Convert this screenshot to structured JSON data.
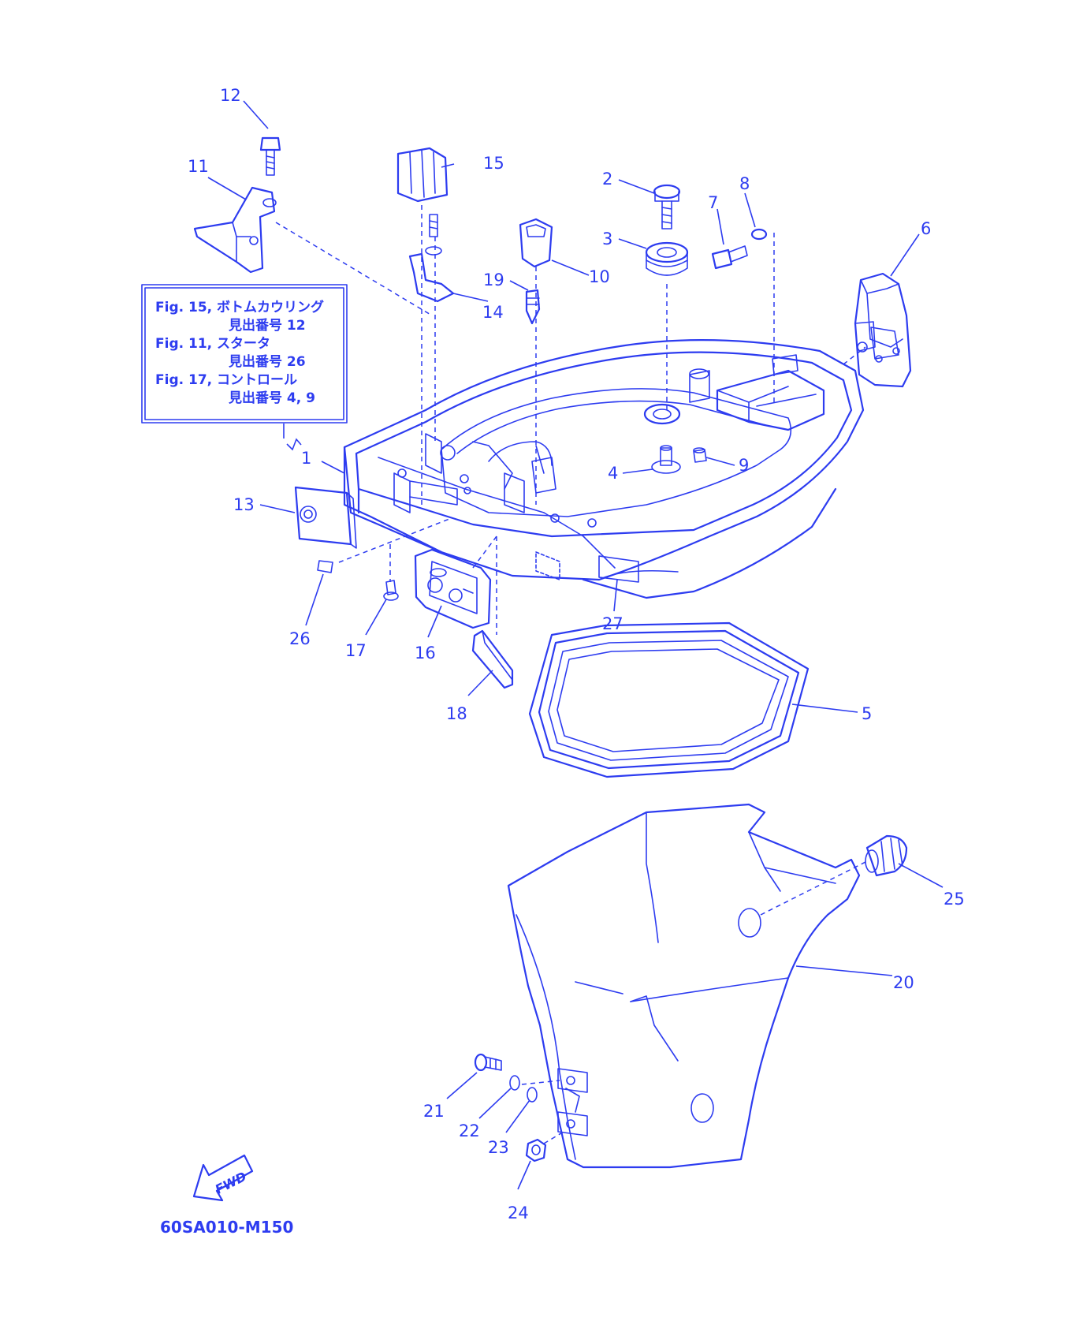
{
  "diagram": {
    "code": "60SA010-M150",
    "fwd_label": "FWD",
    "callouts": [
      {
        "id": "c1",
        "text": "1"
      },
      {
        "id": "c2",
        "text": "2"
      },
      {
        "id": "c3",
        "text": "3"
      },
      {
        "id": "c4",
        "text": "4"
      },
      {
        "id": "c5",
        "text": "5"
      },
      {
        "id": "c6",
        "text": "6"
      },
      {
        "id": "c7",
        "text": "7"
      },
      {
        "id": "c8",
        "text": "8"
      },
      {
        "id": "c9",
        "text": "9"
      },
      {
        "id": "c10",
        "text": "10"
      },
      {
        "id": "c11",
        "text": "11"
      },
      {
        "id": "c12",
        "text": "12"
      },
      {
        "id": "c13",
        "text": "13"
      },
      {
        "id": "c14",
        "text": "14"
      },
      {
        "id": "c15",
        "text": "15"
      },
      {
        "id": "c16",
        "text": "16"
      },
      {
        "id": "c17",
        "text": "17"
      },
      {
        "id": "c18",
        "text": "18"
      },
      {
        "id": "c19",
        "text": "19"
      },
      {
        "id": "c20",
        "text": "20"
      },
      {
        "id": "c21",
        "text": "21"
      },
      {
        "id": "c22",
        "text": "22"
      },
      {
        "id": "c23",
        "text": "23"
      },
      {
        "id": "c24",
        "text": "24"
      },
      {
        "id": "c25",
        "text": "25"
      },
      {
        "id": "c26",
        "text": "26"
      },
      {
        "id": "c27",
        "text": "27"
      }
    ],
    "reference_box": {
      "lines": [
        "Fig. 15, ボトムカウリング",
        "見出番号 12",
        "Fig. 11, スタータ",
        "見出番号 26",
        "Fig. 17, コントロール",
        "見出番号 4, 9"
      ]
    }
  },
  "colors": {
    "line": "#2d3cf0",
    "background": "#ffffff"
  }
}
